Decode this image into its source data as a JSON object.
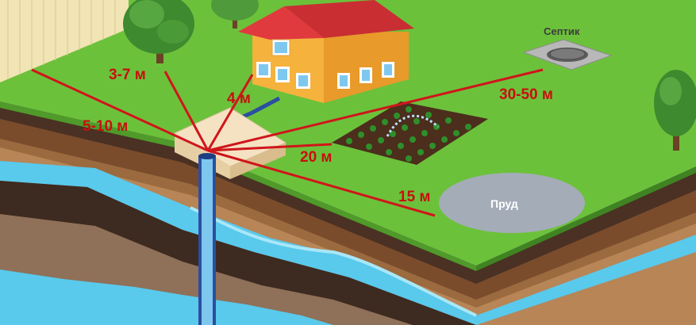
{
  "labels": {
    "septic": "Септик",
    "pond": "Пруд"
  },
  "distances": {
    "house": "4 м",
    "tree": "3-7 м",
    "fence": "5-10 м",
    "garden": "20 м",
    "pond": "15 м",
    "septic": "30-50 м"
  },
  "colors": {
    "distance_line": "#d0151b",
    "grass": "#6cc13b",
    "roof": "#e03a3f",
    "house_wall": "#f5b23d",
    "water": "#59c9ec",
    "pond": "#a4acb8"
  }
}
